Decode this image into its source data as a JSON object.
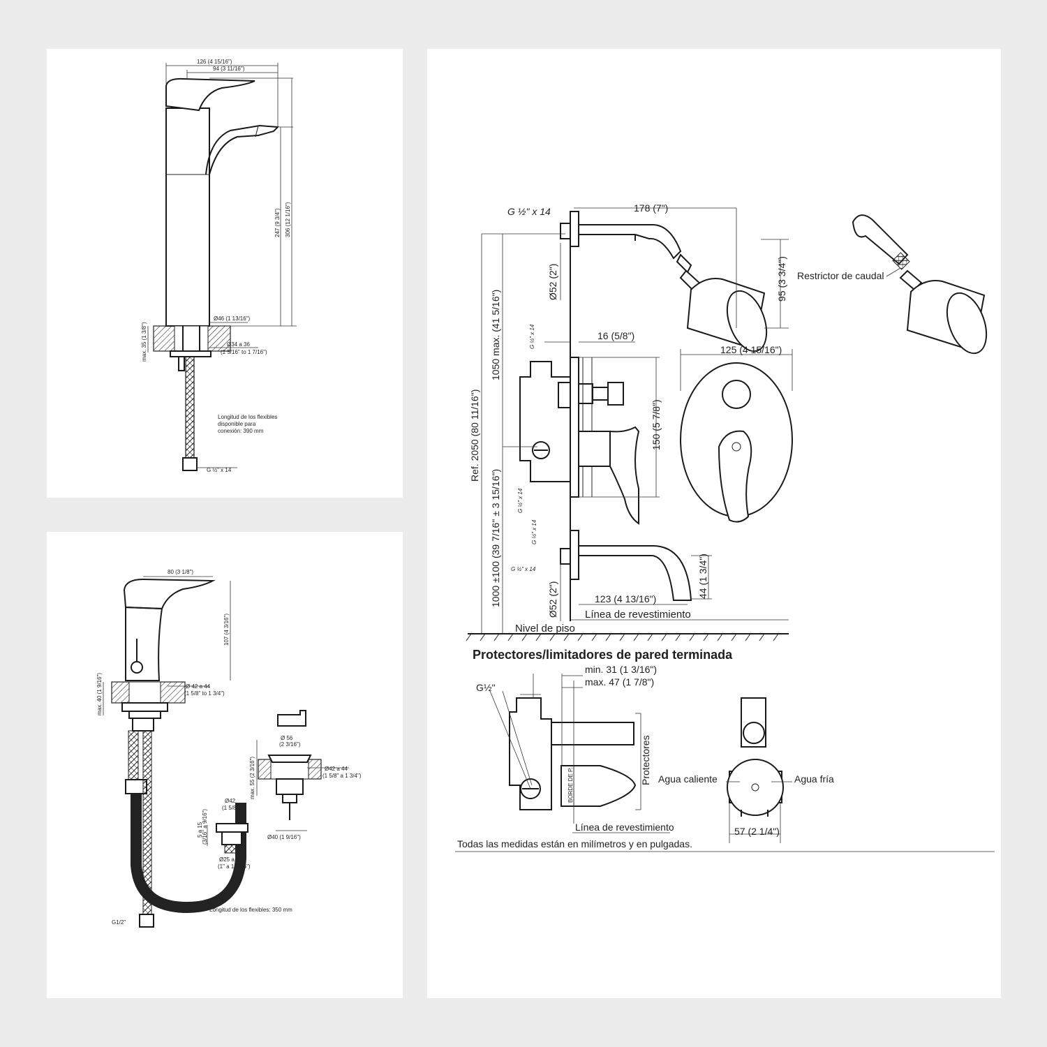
{
  "basin_tall": {
    "dim_width_total": "126 (4 15/16\")",
    "dim_width_spout": "94 (3 11/16\")",
    "dim_height_total": "306 (12 1/16\")",
    "dim_height_spout": "247 (9 3/4\")",
    "dim_base_diameter": "Ø46 (1 13/16\")",
    "dim_max_thickness": "max. 35 (1 3/8\")",
    "dim_hole": "Ø34 a 36",
    "dim_hole_in": "(1 5/16\" to 1 7/16\")",
    "flex_note_1": "Longitud de los flexibles",
    "flex_note_2": "disponible para",
    "flex_note_3": "conexión: 390 mm",
    "thread": "G ½\" x 14"
  },
  "basin_short": {
    "dim_spout": "80 (3 1/8\")",
    "dim_height": "107 (4 3/16\")",
    "dim_max_thickness": "max. 40 (1 9/16\")",
    "dim_hole": "Ø 42 a 44",
    "dim_hole_in": "(1 5/8\" to 1 3/4\")",
    "drain_d56": "Ø 56",
    "drain_d56_in": "(2 3/16\")",
    "drain_max55": "max. 55 (2 3/16\")",
    "drain_hole": "Ø42 a 44",
    "drain_hole_in": "(1 5/8\" a 1 3/4\")",
    "drain_d40": "Ø40 (1 9/16\")",
    "cap_d42": "Ø42",
    "cap_d42_in": "(1 5/8\")",
    "cap_range": "5 a 15",
    "cap_range_in": "(3/16\" a 9/16\")",
    "cap_d25": "Ø25 a 27",
    "cap_d25_in": "(1\" a 1 1/16\")",
    "flex_note": "Longitud de los flexibles: 350 mm",
    "thread": "G1/2\""
  },
  "shower": {
    "thread_top": "G ½\" x 14",
    "arm_length": "178 (7\")",
    "d52_top": "Ø52 (2\")",
    "head_drop": "95 (3 3/4\")",
    "restrictor": "Restrictor de caudal",
    "thread_mid_1": "G ½\" x 14",
    "thread_mid_2": "G ½\" x 14",
    "thread_mid_3": "G ½\" x 14",
    "depth_16": "16 (5/8\")",
    "plate_height": "150 (5 7/8\")",
    "plate_width": "125 (4 15/16\")",
    "h_1050": "1050 max. (41 5/16\")",
    "h_2050": "Ref. 2050 (80 11/16\")",
    "h_1000": "1000 ±100 (39 7/16\" ± 3 15/16\")",
    "thread_spout": "G ½\" x 14",
    "d52_bottom": "Ø52 (2\")",
    "spout_length": "123 (4 13/16\")",
    "spout_drop": "44 (1 3/4\")",
    "finish_line": "Línea de revestimiento",
    "floor_level": "Nivel de piso",
    "section_title": "Protectores/limitadores de pared terminada",
    "prot_g": "G½\"",
    "prot_min": "min. 31 (1 3/16\")",
    "prot_max": "max. 47 (1 7/8\")",
    "prot_label": "Protectores",
    "prot_edge": "BORDE DE P.",
    "prot_line": "Línea de revestimiento",
    "hot": "Agua caliente",
    "cold": "Agua fría",
    "spacing": "57 (2 1/4\")",
    "footnote": "Todas las medidas están en milímetros y en pulgadas."
  }
}
